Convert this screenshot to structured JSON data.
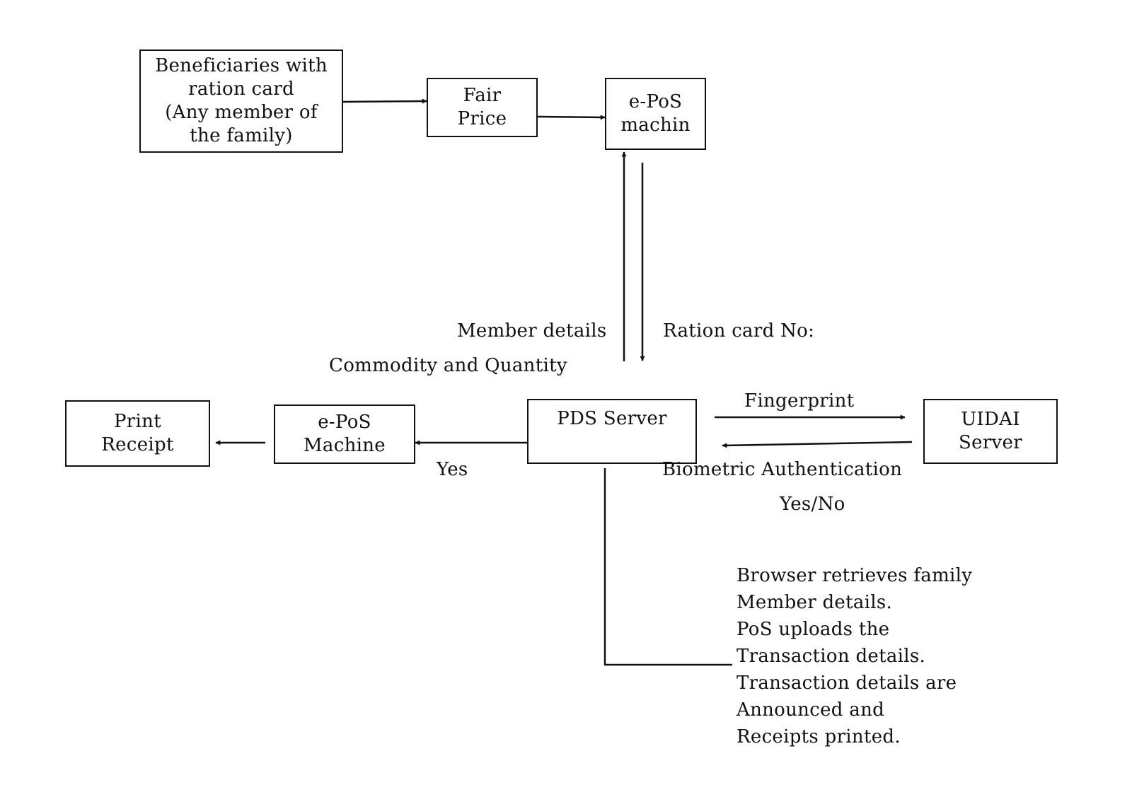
{
  "nodes": {
    "beneficiaries": "Beneficiaries with\nration card\n(Any member of\nthe family)",
    "fair_price": "Fair\nPrice",
    "epos_top": "e-PoS\nmachin",
    "pds_server": "PDS Server",
    "uidai_server": "UIDAI\nServer",
    "epos_bottom": "e-PoS\nMachine",
    "print_receipt": "Print\nReceipt"
  },
  "edge_labels": {
    "member_details": "Member details",
    "commodity_quantity": "Commodity and Quantity",
    "ration_card_no": "Ration card No:",
    "fingerprint": "Fingerprint",
    "biometric_auth": "Biometric Authentication",
    "yes_no": "Yes/No",
    "yes": "Yes"
  },
  "note_lines": [
    "Browser retrieves family",
    "Member details.",
    "PoS uploads the",
    "Transaction details.",
    "Transaction details are",
    "Announced and",
    "Receipts printed."
  ]
}
